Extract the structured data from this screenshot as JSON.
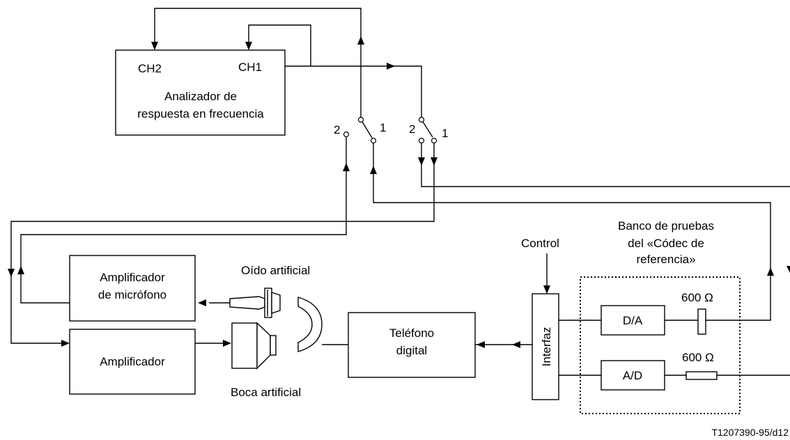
{
  "analyzer": {
    "ch2": "CH2",
    "ch1": "CH1",
    "line1": "Analizador de",
    "line2": "respuesta en frecuencia"
  },
  "switch_left": {
    "pos2": "2",
    "pos1": "1"
  },
  "switch_right": {
    "pos2": "2",
    "pos1": "1"
  },
  "mic_amp": {
    "line1": "Amplificador",
    "line2": "de micrófono"
  },
  "amp": {
    "label": "Amplificador"
  },
  "ear_label": "Oído artificial",
  "mouth_label": "Boca artificial",
  "phone": {
    "line1": "Teléfono",
    "line2": "digital"
  },
  "control_label": "Control",
  "interface_label": "Interfaz",
  "testbench": {
    "line1": "Banco de pruebas",
    "line2": "del «Códec de",
    "line3": "referencia»"
  },
  "da_label": "D/A",
  "ad_label": "A/D",
  "resistor_top": "600 Ω",
  "resistor_bottom": "600 Ω",
  "figure_id": "T1207390-95/d12"
}
